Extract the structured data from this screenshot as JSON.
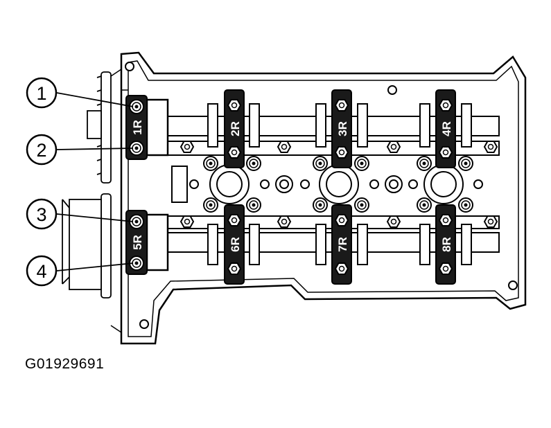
{
  "callouts": [
    {
      "num": "1"
    },
    {
      "num": "2"
    },
    {
      "num": "3"
    },
    {
      "num": "4"
    }
  ],
  "caps": [
    {
      "label": "1R"
    },
    {
      "label": "2R"
    },
    {
      "label": "3R"
    },
    {
      "label": "4R"
    },
    {
      "label": "5R"
    },
    {
      "label": "6R"
    },
    {
      "label": "7R"
    },
    {
      "label": "8R"
    }
  ],
  "figure_id": "G01929691",
  "colors": {
    "line": "#000000",
    "fill": "#ffffff",
    "cap_fill": "#1a1a1a"
  }
}
